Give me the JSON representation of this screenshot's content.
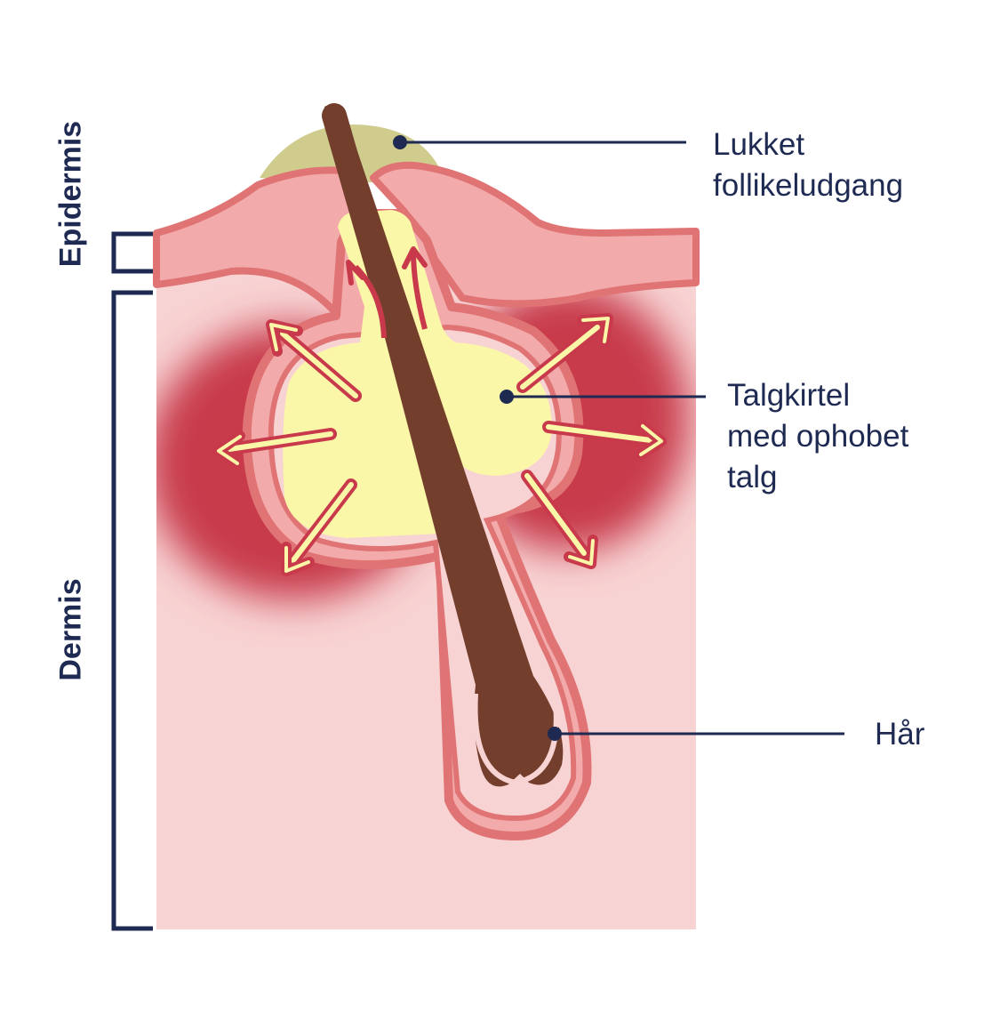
{
  "labels": {
    "epidermis": "Epidermis",
    "dermis": "Dermis",
    "closed_opening_line1": "Lukket",
    "closed_opening_line2": "follikeludgang",
    "gland_line1": "Talgkirtel",
    "gland_line2": "med ophobet",
    "gland_line3": "talg",
    "hair": "Hår"
  },
  "colors": {
    "dermis": "#f8d3d3",
    "epidermis": "#f2aaab",
    "wall": "#e07474",
    "inflammation": "#c83a4b",
    "sebum": "#fbf7a8",
    "plug": "#cfcc8e",
    "hair": "#733e2c",
    "label_ink": "#1e2a52"
  }
}
